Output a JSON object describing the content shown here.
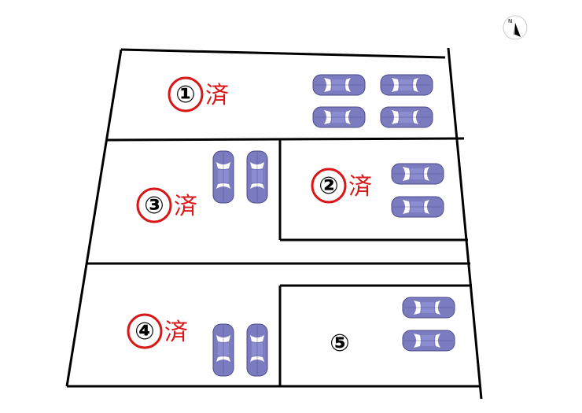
{
  "compass": {
    "label": "N"
  },
  "lots": [
    {
      "number": "①",
      "status": "済"
    },
    {
      "number": "②",
      "status": "済"
    },
    {
      "number": "③",
      "status": "済"
    },
    {
      "number": "④",
      "status": "済"
    },
    {
      "number": "⑤",
      "status": ""
    }
  ],
  "colors": {
    "car": "#7b7bc0",
    "stamp": "#d81818",
    "line": "#000000"
  }
}
